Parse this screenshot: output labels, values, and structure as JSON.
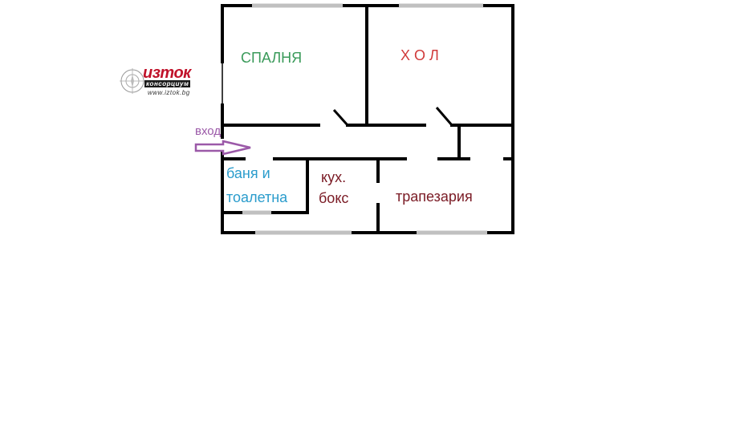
{
  "logo": {
    "brand": "изток",
    "subtitle": "консорциум",
    "url": "www.iztok.bg",
    "brand_color": "#c0122a"
  },
  "entrance": {
    "label": "вход",
    "color": "#9b59a8",
    "icon": "arrow-right-outline-icon"
  },
  "rooms": [
    {
      "id": "bedroom",
      "label": "СПАЛНЯ",
      "color": "#3a9a5a"
    },
    {
      "id": "living-room",
      "label": "Х О Л",
      "color": "#d03a3a"
    },
    {
      "id": "bathroom",
      "label_line1": "баня и",
      "label_line2": "тоалетна",
      "color": "#2a9ccc"
    },
    {
      "id": "kitchen",
      "label_line1": "кух.",
      "label_line2": "бокс",
      "color": "#7a1a24"
    },
    {
      "id": "dining-room",
      "label": "трапезария",
      "color": "#7a1a24"
    }
  ],
  "colors": {
    "wall": "#000000",
    "window": "#c0c0c0",
    "background": "#ffffff"
  }
}
